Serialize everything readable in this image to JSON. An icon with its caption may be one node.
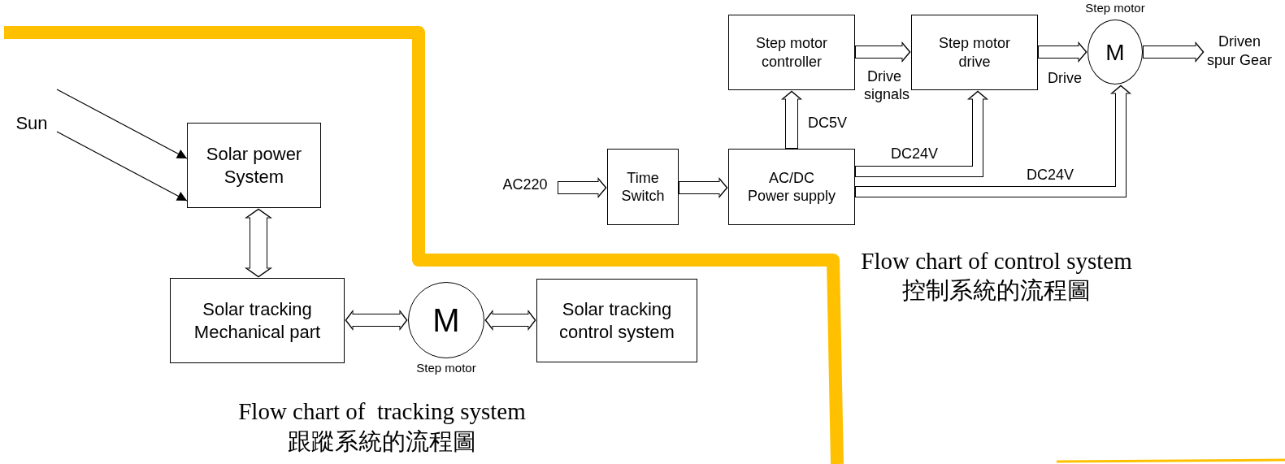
{
  "diagram": {
    "nodes": [
      {
        "text": [
          "Sun"
        ]
      },
      {
        "text": [
          "Solar power System"
        ]
      },
      {
        "text": [
          "Solar tracking Mechanical part"
        ]
      },
      {
        "text": [
          "M"
        ],
        "beside": [
          "Step motor"
        ]
      },
      {
        "text": [
          "Solar tracking control system"
        ]
      },
      {
        "text": [
          "AC220"
        ]
      },
      {
        "text": [
          "Time Switch"
        ]
      },
      {
        "text": [
          "AC/DC Power supply"
        ]
      },
      {
        "text": [
          "Step motor controller"
        ]
      },
      {
        "text": [
          "Step motor drive"
        ]
      },
      {
        "text": [
          "M"
        ],
        "beside": [
          "Step motor"
        ]
      },
      {
        "text": [
          "Driven spur Gear"
        ]
      }
    ],
    "edges": [
      {
        "from": 0,
        "to": 1,
        "arrow": "to"
      },
      {
        "from": 0,
        "to": 1,
        "arrow": "to"
      },
      {
        "from": 1,
        "to": 2,
        "arrow": "both"
      },
      {
        "from": 2,
        "to": 3,
        "arrow": "both"
      },
      {
        "from": 3,
        "to": 4,
        "arrow": "both"
      },
      {
        "from": 5,
        "to": 6,
        "arrow": "to"
      },
      {
        "from": 6,
        "to": 7,
        "arrow": "to"
      },
      {
        "from": 7,
        "to": 8,
        "arrow": "to",
        "label": "DC5V"
      },
      {
        "from": 8,
        "to": 9,
        "arrow": "to",
        "label": "Drive signals"
      },
      {
        "from": 9,
        "to": 10,
        "arrow": "to",
        "label": "Drive"
      },
      {
        "from": 10,
        "to": 11,
        "arrow": "to"
      },
      {
        "from": 7,
        "to": 9,
        "arrow": "to",
        "label": "DC24V"
      },
      {
        "from": 7,
        "to": 10,
        "arrow": "to",
        "label": "DC24V"
      }
    ],
    "labels": [
      "Flow chart of control system",
      "控制系統的流程圖",
      "Flow chart of  tracking system",
      "跟蹤系統的流程圖"
    ]
  }
}
